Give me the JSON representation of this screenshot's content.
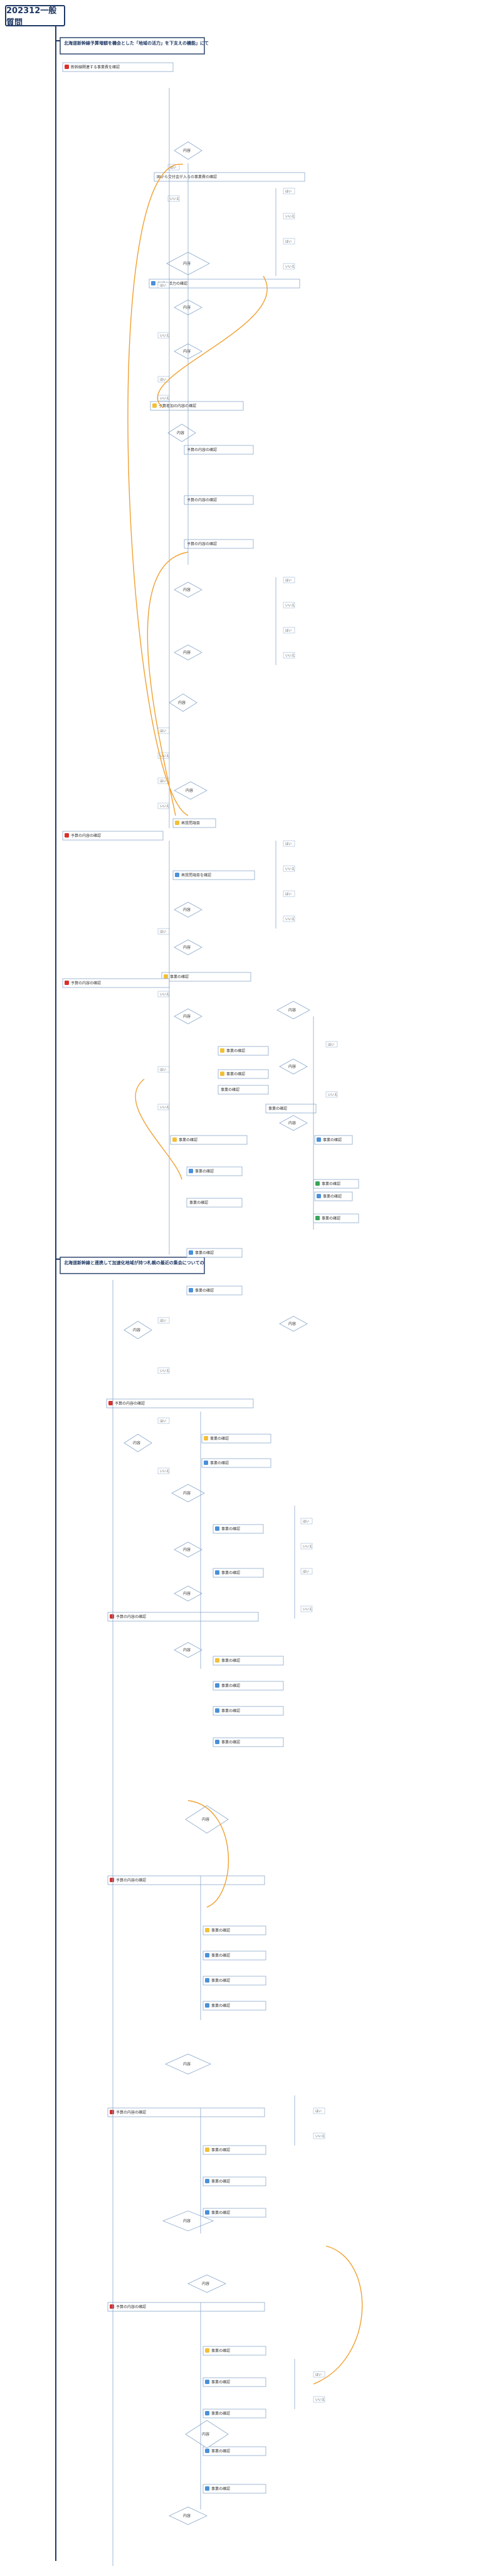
{
  "page": {
    "title": "202312一般質問"
  },
  "colors": {
    "trunk": "#1f3864",
    "branch": "#8aa8cc",
    "connector": "#f0a030",
    "node_border": "#8aa8cc",
    "label_fill": "#ffffff",
    "icon_red": "#d9302c",
    "icon_yellow": "#f2c037",
    "icon_blue": "#4a90d9",
    "icon_green": "#3aa55a"
  },
  "topics": [
    {
      "text": "北海道新幹線予算増額を機会とした「地域の活力」を下支えの機能」にて"
    },
    {
      "text": "北海道新幹線と連携して加速化地域が持つ札幌の最近の集会についての"
    }
  ],
  "nodes": [
    {
      "text": "新幹線関連する事業費を確認",
      "icon": "red"
    },
    {
      "text": "国から交付金が入るの事業費の確認"
    },
    {
      "text": "地域の活力の確認",
      "icon": "blue"
    },
    {
      "text": "予算増加の内容の確認",
      "icon": "yellow"
    },
    {
      "text": "予算の内容の確認"
    },
    {
      "text": "予算の内容の確認"
    },
    {
      "text": "予算の内容の確認"
    },
    {
      "text": "再質問項目",
      "icon": "yellow"
    },
    {
      "text": "再質問項目を確認",
      "icon": "blue"
    },
    {
      "text": "予算の内容の確認",
      "icon": "red"
    },
    {
      "text": "事業の確認",
      "icon": "yellow"
    },
    {
      "text": "事業の確認",
      "icon": "yellow"
    },
    {
      "text": "事業の確認",
      "icon": "yellow"
    },
    {
      "text": "事業の確認"
    },
    {
      "text": "事業の確認"
    },
    {
      "text": "事業の確認",
      "icon": "blue"
    },
    {
      "text": "事業の確認",
      "icon": "blue"
    },
    {
      "text": "予算の内容の確認",
      "icon": "red"
    },
    {
      "text": "事業の確認",
      "icon": "yellow"
    },
    {
      "text": "事業の確認",
      "icon": "blue"
    },
    {
      "text": "事業の確認"
    },
    {
      "text": "事業の確認",
      "icon": "green"
    },
    {
      "text": "事業の確認",
      "icon": "green"
    },
    {
      "text": "事業の確認",
      "icon": "blue"
    },
    {
      "text": "事業の確認",
      "icon": "blue"
    },
    {
      "text": "予算の内容の確認",
      "icon": "red"
    },
    {
      "text": "事業の確認",
      "icon": "yellow"
    },
    {
      "text": "事業の確認",
      "icon": "blue"
    },
    {
      "text": "事業の確認",
      "icon": "blue"
    },
    {
      "text": "事業の確認",
      "icon": "blue"
    },
    {
      "text": "予算の内容の確認",
      "icon": "red"
    },
    {
      "text": "事業の確認",
      "icon": "yellow"
    },
    {
      "text": "事業の確認",
      "icon": "blue"
    },
    {
      "text": "事業の確認",
      "icon": "blue"
    },
    {
      "text": "事業の確認",
      "icon": "blue"
    },
    {
      "text": "予算の内容の確認",
      "icon": "red"
    },
    {
      "text": "事業の確認",
      "icon": "yellow"
    },
    {
      "text": "事業の確認",
      "icon": "blue"
    },
    {
      "text": "事業の確認",
      "icon": "blue"
    },
    {
      "text": "事業の確認",
      "icon": "blue"
    },
    {
      "text": "予算の内容の確認",
      "icon": "red"
    },
    {
      "text": "事業の確認",
      "icon": "yellow"
    },
    {
      "text": "事業の確認",
      "icon": "blue"
    },
    {
      "text": "事業の確認",
      "icon": "blue"
    },
    {
      "text": "予算の内容の確認",
      "icon": "red"
    },
    {
      "text": "事業の確認",
      "icon": "yellow"
    },
    {
      "text": "事業の確認",
      "icon": "blue"
    },
    {
      "text": "事業の確認",
      "icon": "blue"
    },
    {
      "text": "事業の確認",
      "icon": "blue"
    },
    {
      "text": "事業の確認",
      "icon": "blue"
    }
  ],
  "decisions": [
    {
      "text": "内容"
    },
    {
      "text": "内容"
    },
    {
      "text": "内容"
    },
    {
      "text": "内容"
    },
    {
      "text": "内容"
    },
    {
      "text": "内容"
    },
    {
      "text": "内容"
    },
    {
      "text": "内容"
    },
    {
      "text": "内容"
    },
    {
      "text": "内容"
    },
    {
      "text": "内容"
    },
    {
      "text": "内容"
    },
    {
      "text": "内容"
    },
    {
      "text": "内容"
    },
    {
      "text": "内容"
    },
    {
      "text": "内容"
    },
    {
      "text": "内容"
    },
    {
      "text": "内容"
    },
    {
      "text": "内容"
    },
    {
      "text": "内容"
    },
    {
      "text": "内容"
    },
    {
      "text": "内容"
    },
    {
      "text": "内容"
    },
    {
      "text": "内容"
    },
    {
      "text": "内容"
    },
    {
      "text": "内容"
    },
    {
      "text": "内容"
    },
    {
      "text": "内容"
    }
  ],
  "labels": [
    {
      "text": "はい"
    },
    {
      "text": "いいえ"
    },
    {
      "text": "はい"
    },
    {
      "text": "いいえ"
    },
    {
      "text": "はい"
    },
    {
      "text": "いいえ"
    },
    {
      "text": "はい"
    },
    {
      "text": "いいえ"
    },
    {
      "text": "はい"
    },
    {
      "text": "いいえ"
    },
    {
      "text": "はい"
    },
    {
      "text": "いいえ"
    },
    {
      "text": "はい"
    },
    {
      "text": "いいえ"
    },
    {
      "text": "はい"
    },
    {
      "text": "いいえ"
    },
    {
      "text": "はい"
    },
    {
      "text": "いいえ"
    },
    {
      "text": "はい"
    },
    {
      "text": "いいえ"
    },
    {
      "text": "はい"
    },
    {
      "text": "いいえ"
    },
    {
      "text": "はい"
    },
    {
      "text": "いいえ"
    },
    {
      "text": "はい"
    },
    {
      "text": "いいえ"
    },
    {
      "text": "はい"
    },
    {
      "text": "いいえ"
    },
    {
      "text": "はい"
    },
    {
      "text": "いいえ"
    },
    {
      "text": "はい"
    },
    {
      "text": "いいえ"
    },
    {
      "text": "はい"
    },
    {
      "text": "いいえ"
    },
    {
      "text": "はい"
    },
    {
      "text": "いいえ"
    },
    {
      "text": "はい"
    },
    {
      "text": "いいえ"
    },
    {
      "text": "はい"
    },
    {
      "text": "いいえ"
    }
  ]
}
